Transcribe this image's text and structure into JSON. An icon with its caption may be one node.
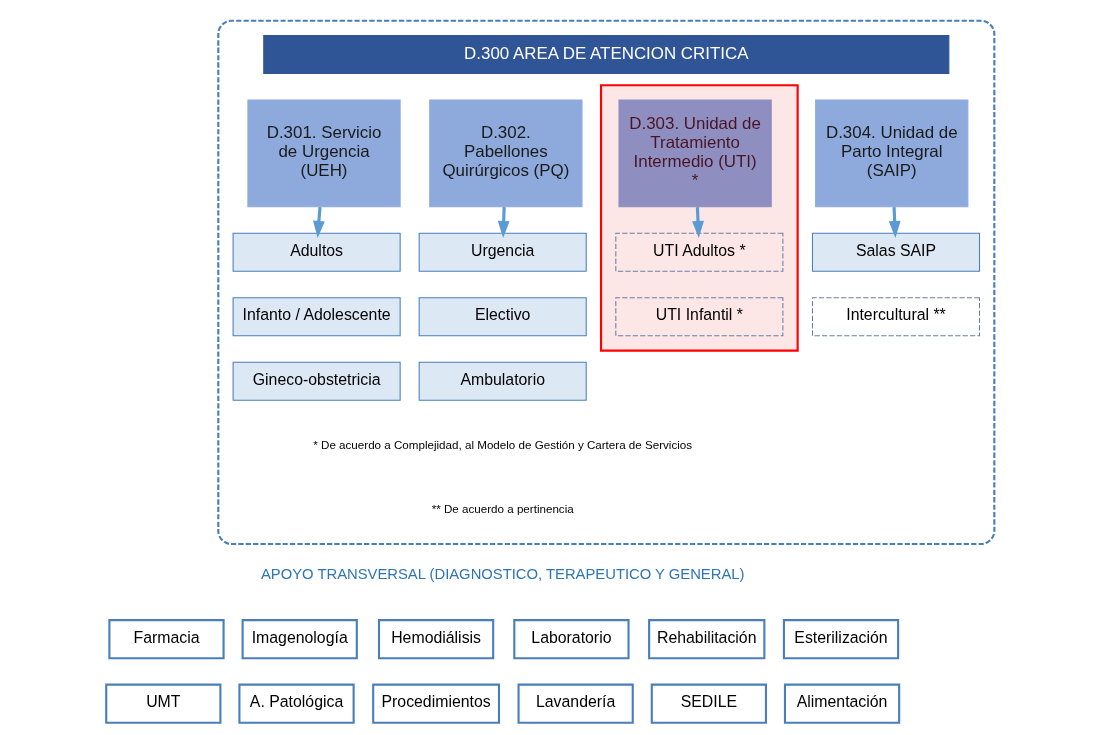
{
  "diagram": {
    "nodes": [
      {
        "text": [],
        "shape": "box"
      },
      {
        "text": [
          "D.300 AREA DE ATENCION CRITICA"
        ],
        "in": 0
      },
      {
        "text": [
          "D.301. Servicio de Urgencia (UEH)"
        ],
        "in": 0
      },
      {
        "text": [
          "D.302. Pabellones Quirúrgicos (PQ)"
        ],
        "in": 0
      },
      {
        "text": [],
        "shape": "box",
        "in": 0
      },
      {
        "text": [
          "D.303. Unidad de Tratamiento Intermedio (UTI) *"
        ],
        "in": 4
      },
      {
        "text": [
          "D.304. Unidad de Parto Integral (SAIP)"
        ],
        "in": 0
      },
      {
        "text": [
          "Adultos"
        ],
        "in": 0
      },
      {
        "text": [
          "Infanto / Adolescente"
        ],
        "in": 0
      },
      {
        "text": [
          "Gineco-obstetricia"
        ],
        "in": 0
      },
      {
        "text": [
          "Urgencia"
        ],
        "in": 0
      },
      {
        "text": [
          "Electivo"
        ],
        "in": 0
      },
      {
        "text": [
          "Ambulatorio"
        ],
        "in": 0
      },
      {
        "text": [
          "UTI Adultos *"
        ],
        "in": 4
      },
      {
        "text": [
          "UTI Infantil *"
        ],
        "in": 4
      },
      {
        "text": [
          "Salas SAIP"
        ],
        "in": 0
      },
      {
        "text": [
          "Intercultural **"
        ],
        "in": 0
      },
      {
        "text": [
          "Farmacia"
        ]
      },
      {
        "text": [
          "Imagenología"
        ]
      },
      {
        "text": [
          "Hemodiálisis"
        ]
      },
      {
        "text": [
          "Laboratorio"
        ]
      },
      {
        "text": [
          "Rehabilitación"
        ]
      },
      {
        "text": [
          "Esterilización"
        ]
      },
      {
        "text": [
          "UMT"
        ]
      },
      {
        "text": [
          "A. Patológica"
        ]
      },
      {
        "text": [
          "Procedimientos"
        ]
      },
      {
        "text": [
          "Lavandería"
        ]
      },
      {
        "text": [
          "SEDILE"
        ]
      },
      {
        "text": [
          "Alimentación"
        ]
      }
    ],
    "edges": [
      {
        "from": 2,
        "to": 7,
        "arrow": "to"
      },
      {
        "from": 3,
        "to": 10,
        "arrow": "to"
      },
      {
        "from": 5,
        "to": 13,
        "arrow": "to"
      },
      {
        "from": 6,
        "to": 15,
        "arrow": "to"
      }
    ],
    "labels": [
      "* De acuerdo a Complejidad, al Modelo de Gestión y Cartera de Servicios",
      "** De acuerdo a pertinencia",
      "APOYO TRANSVERSAL (DIAGNOSTICO, TERAPEUTICO Y GENERAL)"
    ]
  }
}
